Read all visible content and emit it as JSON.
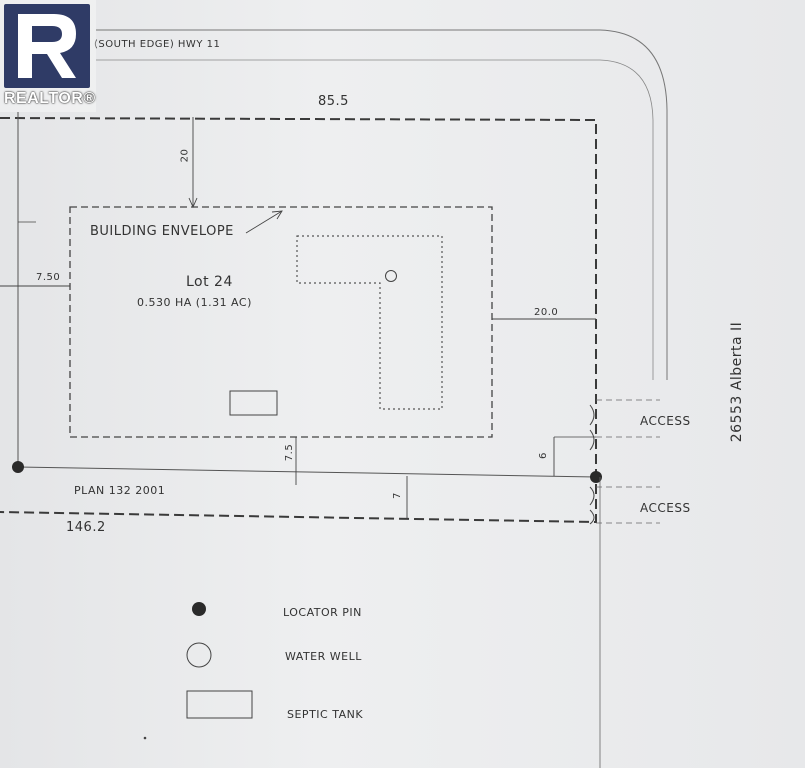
{
  "brand": {
    "name": "REALTOR®",
    "colors": {
      "mark": "#2f3b66"
    }
  },
  "plan": {
    "road_label": "(SOUTH EDGE) HWY 11",
    "top_dimension": "85.5",
    "bottom_dimension": "146.2",
    "front_setback": "20",
    "side_setback": "7.50",
    "east_setback": "20.0",
    "south_setback_a": "7.5",
    "south_setback_b": "7",
    "access_offset": "6",
    "envelope_label": "BUILDING ENVELOPE",
    "lot_name": "Lot 24",
    "lot_area": "0.530 HA (1.31 AC)",
    "plan_number": "PLAN 132 2001",
    "access_label_1": "ACCESS",
    "access_label_2": "ACCESS",
    "address": "26553 Alberta II"
  },
  "legend": {
    "items": [
      {
        "label": "LOCATOR PIN",
        "icon": "locator-pin-icon"
      },
      {
        "label": "WATER WELL",
        "icon": "water-well-icon"
      },
      {
        "label": "SEPTIC TANK",
        "icon": "septic-tank-icon"
      }
    ]
  }
}
